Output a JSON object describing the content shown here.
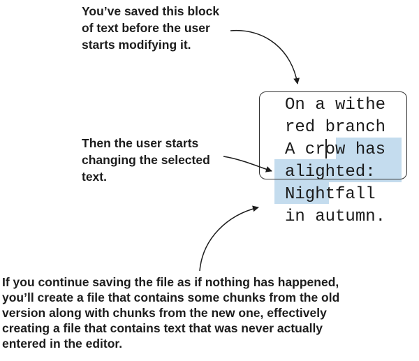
{
  "annotations": {
    "saved": [
      "You’ve saved this block",
      "of text before the user",
      "starts modifying it."
    ],
    "then": [
      "Then the user starts",
      "changing the selected",
      "text."
    ],
    "bottom": [
      "If you continue saving the file as if nothing has happened,",
      "you’ll create a file that contains some chunks from the old",
      "version along with chunks from the new one, effectively",
      "creating a file that contains text that was never actually",
      "entered in the editor."
    ]
  },
  "poem": [
    "On a withe",
    "red branch",
    "A crow has",
    "alighted:",
    "Nightfall",
    "in autumn."
  ],
  "colors": {
    "highlight": "#c4dcee",
    "text": "#1c1c1c"
  }
}
